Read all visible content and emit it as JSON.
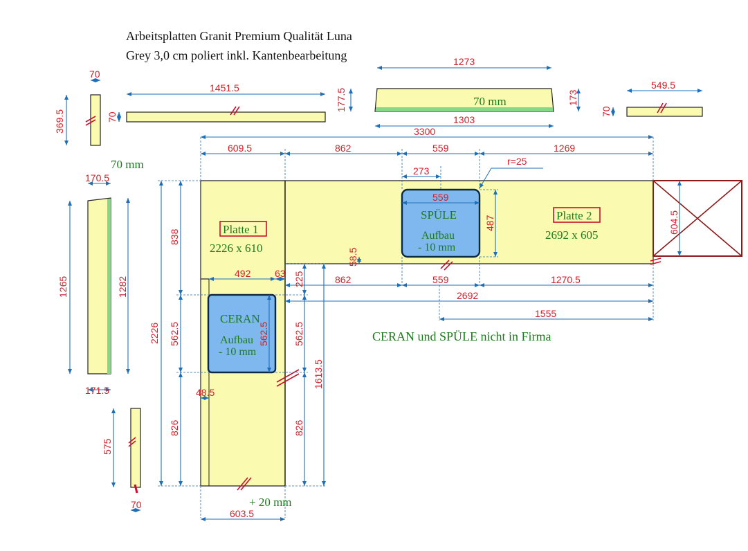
{
  "title": {
    "line1": "Arbeitsplatten Granit Premium Qualität Luna",
    "line2": "Grey 3,0 cm poliert inkl. Kantenbearbeitung"
  },
  "parts": {
    "strip_left_top": {
      "length": "369.5",
      "width": "70"
    },
    "strip_long": {
      "length": "1451.5",
      "width": "70"
    },
    "strip_trapezoid": {
      "top": "1273",
      "bottom": "1303",
      "left_h": "177.5",
      "right_h": "173",
      "label": "70 mm"
    },
    "strip_right": {
      "length": "549.5",
      "width": "70"
    },
    "side_panel": {
      "label": "70 mm",
      "top": "170.5",
      "bottom": "171.5",
      "left_h": "1265",
      "right_h": "1282"
    },
    "small_strip": {
      "length": "575",
      "width": "70"
    }
  },
  "plate1": {
    "label": "Platte 1",
    "size": "2226 x 610"
  },
  "plate2": {
    "label": "Platte 2",
    "size": "2692 x 605"
  },
  "ceran": {
    "line1": "CERAN",
    "line2": "Aufbau",
    "line3": "- 10 mm"
  },
  "spuele": {
    "line1": "SPÜLE",
    "line2": "Aufbau",
    "line3": "- 10 mm"
  },
  "note": "CERAN und SPÜLE nicht in Firma",
  "plus_note": "+ 20 mm",
  "dims": {
    "total": "3300",
    "d6095": "609.5",
    "d862": "862",
    "d559": "559",
    "d1269": "1269",
    "d273": "273",
    "r": "r=25",
    "sink_w": "559",
    "sink_h": "487",
    "p2_h": "604.5",
    "d585": "58.5",
    "d225": "225",
    "b862": "862",
    "b559": "559",
    "b12705": "1270.5",
    "d2692": "2692",
    "d1555": "1555",
    "d838": "838",
    "d2226": "2226",
    "l5625": "562.5",
    "ceran_h": "562.5",
    "r5625": "562.5",
    "d492": "492",
    "d63": "63",
    "d16135": "1613.5",
    "d485": "48.5",
    "l826": "826",
    "r826": "826",
    "d6035": "603.5"
  }
}
